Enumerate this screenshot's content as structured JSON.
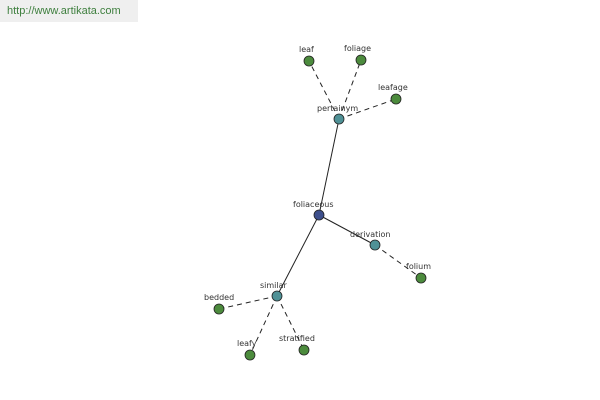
{
  "banner": {
    "text": "http://www.artikata.com"
  },
  "colors": {
    "root": "#3d4f8c",
    "relation": "#4f9196",
    "word": "#4c8b3d",
    "stroke": "#222222"
  },
  "graph": {
    "root": "foliaceous",
    "relations": [
      {
        "label": "pertainym",
        "words": [
          "leaf",
          "foliage",
          "leafage"
        ]
      },
      {
        "label": "derivation",
        "words": [
          "folium"
        ]
      },
      {
        "label": "similar",
        "words": [
          "bedded",
          "leafy",
          "stratified"
        ]
      }
    ]
  }
}
